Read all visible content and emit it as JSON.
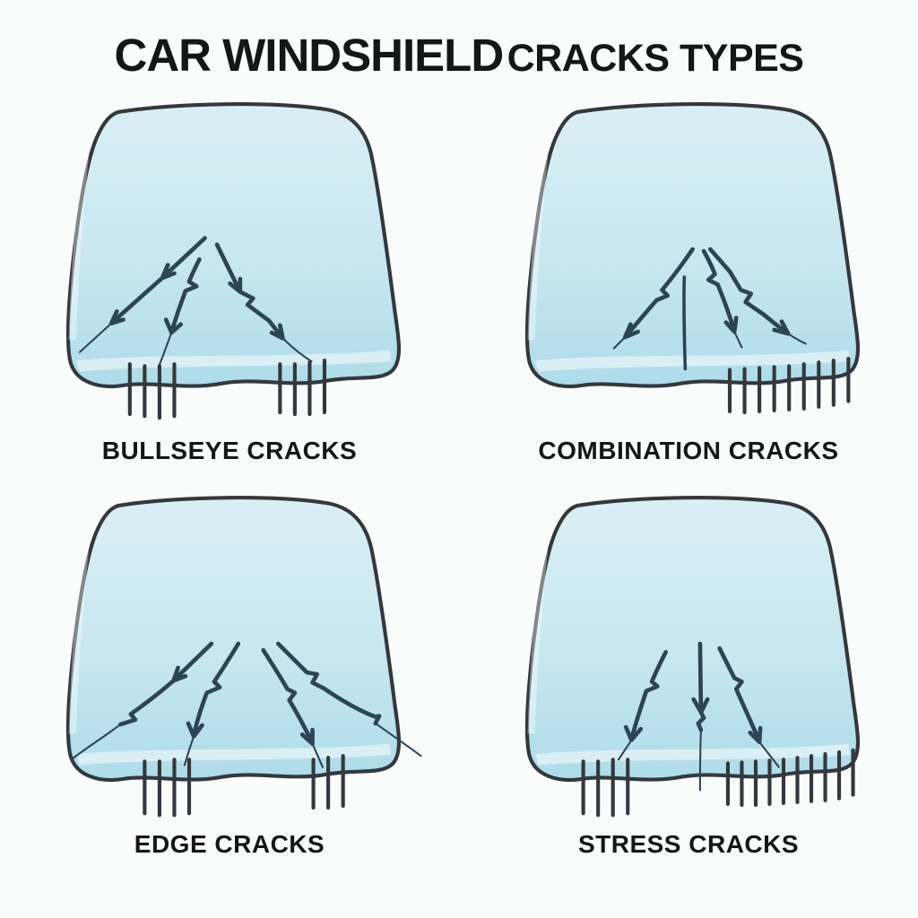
{
  "title": {
    "part1": "CAR WINDSHIELD",
    "part2": "CRACKS TYPES"
  },
  "panels": [
    {
      "id": "bullseye",
      "label": "BULLSEYE CRACKS"
    },
    {
      "id": "combination",
      "label": "COMBINATION CRACKS"
    },
    {
      "id": "edge",
      "label": "EDGE CRACKS"
    },
    {
      "id": "stress",
      "label": "STRESS CRACKS"
    }
  ],
  "colors": {
    "background": "#fafbfb",
    "glass-top": "#daeff4",
    "glass-mid": "#c8e7f0",
    "glass-bottom": "#aedce9",
    "outline": "#33383d",
    "crack": "#2d4454",
    "text": "#141618"
  }
}
